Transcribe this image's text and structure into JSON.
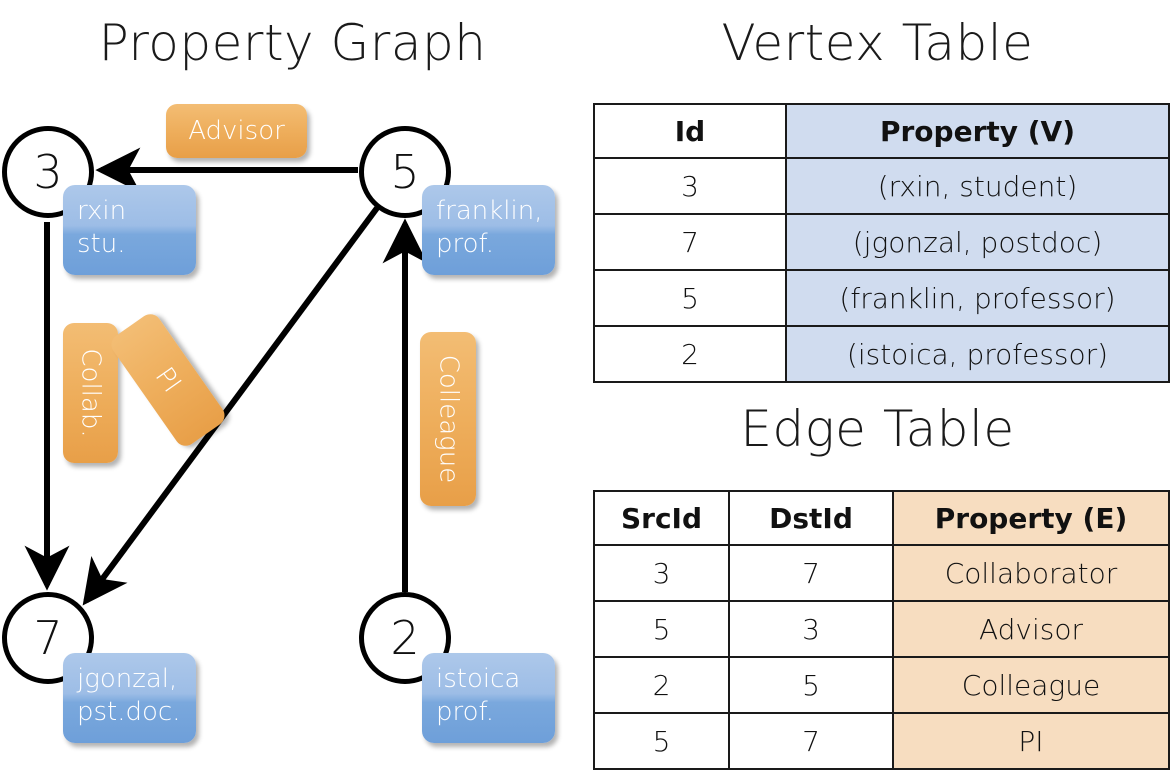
{
  "titles": {
    "graph": "Property Graph",
    "vertex_table": "Vertex Table",
    "edge_table": "Edge Table"
  },
  "graph": {
    "nodes": [
      {
        "id": "3",
        "property_line1": "rxin",
        "property_line2": "stu."
      },
      {
        "id": "5",
        "property_line1": "franklin,",
        "property_line2": "prof."
      },
      {
        "id": "7",
        "property_line1": "jgonzal,",
        "property_line2": "pst.doc."
      },
      {
        "id": "2",
        "property_line1": "istoica",
        "property_line2": "prof."
      }
    ],
    "edge_labels": [
      {
        "label": "Advisor",
        "orientation": "horizontal"
      },
      {
        "label": "Collab.",
        "orientation": "vertical"
      },
      {
        "label": "PI",
        "orientation": "tilted"
      },
      {
        "label": "Colleague",
        "orientation": "vertical"
      }
    ]
  },
  "vertex_table": {
    "headers": [
      "Id",
      "Property (V)"
    ],
    "rows": [
      {
        "id": "3",
        "property": "(rxin, student)"
      },
      {
        "id": "7",
        "property": "(jgonzal, postdoc)"
      },
      {
        "id": "5",
        "property": "(franklin, professor)"
      },
      {
        "id": "2",
        "property": "(istoica, professor)"
      }
    ]
  },
  "edge_table": {
    "headers": [
      "SrcId",
      "DstId",
      "Property (E)"
    ],
    "rows": [
      {
        "src": "3",
        "dst": "7",
        "property": "Collaborator"
      },
      {
        "src": "5",
        "dst": "3",
        "property": "Advisor"
      },
      {
        "src": "2",
        "dst": "5",
        "property": "Colleague"
      },
      {
        "src": "5",
        "dst": "7",
        "property": "PI"
      }
    ]
  },
  "colors": {
    "vertex_cell": "#d0dcef",
    "edge_cell": "#f7ddc0",
    "vertex_box": "#8cb3e2",
    "edge_box": "#eeae5c",
    "stroke": "#000000"
  }
}
